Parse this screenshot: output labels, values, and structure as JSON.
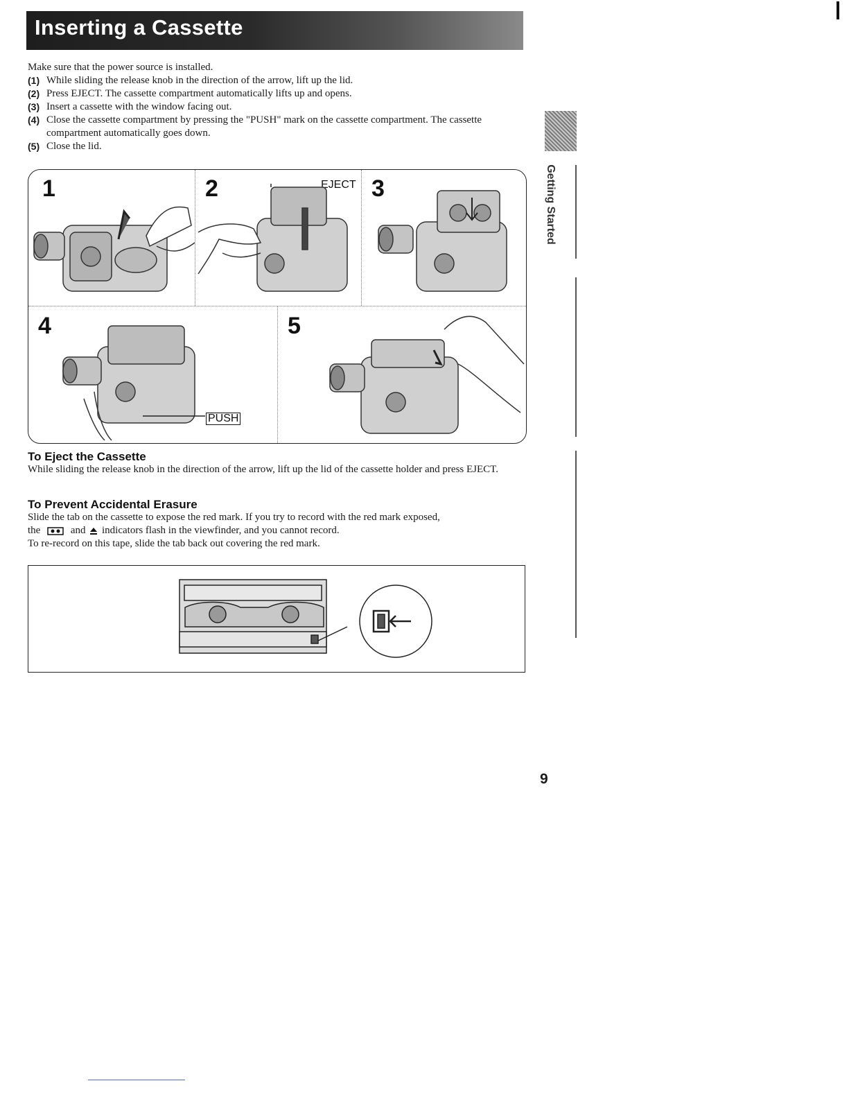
{
  "title": "Inserting a Cassette",
  "intro": "Make sure that the power source is installed.",
  "steps": [
    {
      "num": "(1)",
      "text": "While sliding the release knob in the direction of the arrow, lift up the lid."
    },
    {
      "num": "(2)",
      "text": "Press EJECT. The cassette compartment automatically lifts up and opens."
    },
    {
      "num": "(3)",
      "text": "Insert a cassette with the window facing out."
    },
    {
      "num": "(4)",
      "text": "Close the cassette compartment by pressing the \"PUSH\" mark on the cassette compartment. The cassette compartment automatically goes down."
    },
    {
      "num": "(5)",
      "text": "Close the lid."
    }
  ],
  "figure": {
    "panel_numbers": [
      "1",
      "2",
      "3",
      "4",
      "5"
    ],
    "eject_label": "EJECT",
    "push_label": "PUSH"
  },
  "eject_section": {
    "heading": "To Eject the Cassette",
    "body": "While sliding the release knob in the direction of the arrow, lift up the lid of the cassette holder and press EJECT."
  },
  "erasure_section": {
    "heading": "To Prevent Accidental Erasure",
    "line1": "Slide the tab on the cassette to expose the red mark. If you try to record with the red mark exposed,",
    "line2_a": "the",
    "line2_b": "and",
    "line2_c": "indicators flash in the viewfinder, and you cannot record.",
    "line3": "To re-record on this tape, slide the tab back out covering the red mark.",
    "icon1": "cassette-warning-icon",
    "icon2": "eject-triangle-icon"
  },
  "side_tab": {
    "label": "Getting Started"
  },
  "page_number": "9",
  "colors": {
    "title_bar": "#1e1e1e",
    "title_text": "#ffffff",
    "line": "#222222"
  }
}
